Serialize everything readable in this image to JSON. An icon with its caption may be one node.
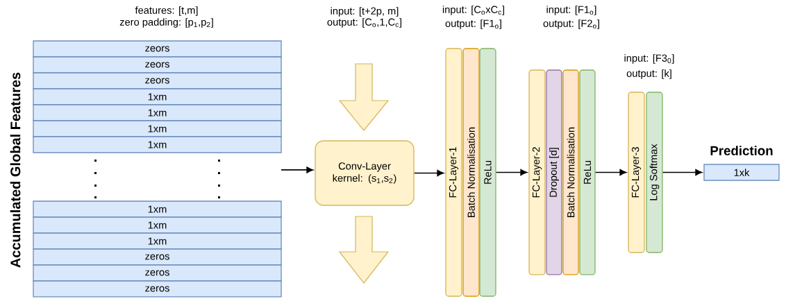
{
  "diagram": {
    "nodes": [
      {
        "text": [
          "zeors"
        ]
      },
      {
        "text": [
          "zeors"
        ]
      },
      {
        "text": [
          "zeors"
        ]
      },
      {
        "text": [
          "1xm"
        ]
      },
      {
        "text": [
          "1xm"
        ]
      },
      {
        "text": [
          "1xm"
        ]
      },
      {
        "text": [
          "1xm"
        ]
      },
      {
        "text": [
          "1xm"
        ]
      },
      {
        "text": [
          "1xm"
        ]
      },
      {
        "text": [
          "1xm"
        ]
      },
      {
        "text": [
          "zeros"
        ]
      },
      {
        "text": [
          "zeros"
        ]
      },
      {
        "text": [
          "zeros"
        ]
      },
      {
        "text": [
          "Conv-Layer kernel: (s$_{1}$,s$_{2}$)"
        ]
      },
      {
        "text": [
          "FC-Layer-1"
        ]
      },
      {
        "text": [
          "Batch Normalisation"
        ]
      },
      {
        "text": [
          "ReLu"
        ]
      },
      {
        "text": [
          "FC-Layer-2"
        ]
      },
      {
        "text": [
          "Dropout [d]"
        ]
      },
      {
        "text": [
          "Batch Normalisation"
        ]
      },
      {
        "text": [
          "ReLu"
        ]
      },
      {
        "text": [
          "FC-Layer-3"
        ]
      },
      {
        "text": [
          "Log Softmax"
        ]
      },
      {
        "text": [
          "Prediction",
          "1xk"
        ]
      }
    ],
    "edges": [
      {
        "from": null,
        "to": 13,
        "arrow": "to"
      },
      {
        "from": 13,
        "to": 14,
        "arrow": "to"
      },
      {
        "from": 16,
        "to": 17,
        "arrow": "to"
      },
      {
        "from": 20,
        "to": 21,
        "arrow": "to"
      },
      {
        "from": 22,
        "to": 23,
        "arrow": "to"
      }
    ],
    "labels": [
      "Accumulated Global Features",
      "features: [t,m]",
      "zero padding:  [p$_{1}$,p$_{2}$]",
      "input: [t+2p, m]",
      "output: [C$_{o}$,1,C$_{c}$]",
      "input: [C$_{o}$xC$_{c}$]",
      "output: [F1$_{o}$]",
      "input: [F1$_{o}$]",
      "output: [F2$_{o}$]",
      "input: [F3$_{0}$]",
      "output: [k]"
    ]
  }
}
